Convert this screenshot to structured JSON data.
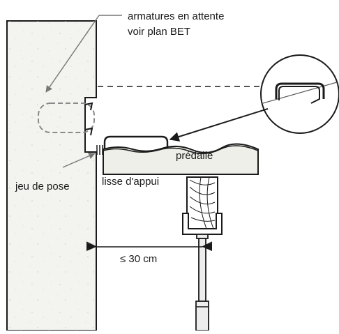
{
  "labels": {
    "armatures_line1": "armatures en attente",
    "armatures_line2": "voir plan BET",
    "predalle": "prédalle",
    "jeu_de_pose": "jeu de pose",
    "lisse_appui": "lisse d'appui",
    "distance": "≤ 30 cm"
  },
  "colors": {
    "stroke": "#1a1a1a",
    "wall_fill": "#f3f3ef",
    "slab_fill": "#efefea",
    "prop_fill": "#ededed",
    "callout_line": "#777777",
    "hidden_loop": "#8a8a8a"
  },
  "icons": {
    "detail_callout": "magnified-detail-circle",
    "timber_beam": "wood-grain-section",
    "prop": "adjustable-prop"
  }
}
